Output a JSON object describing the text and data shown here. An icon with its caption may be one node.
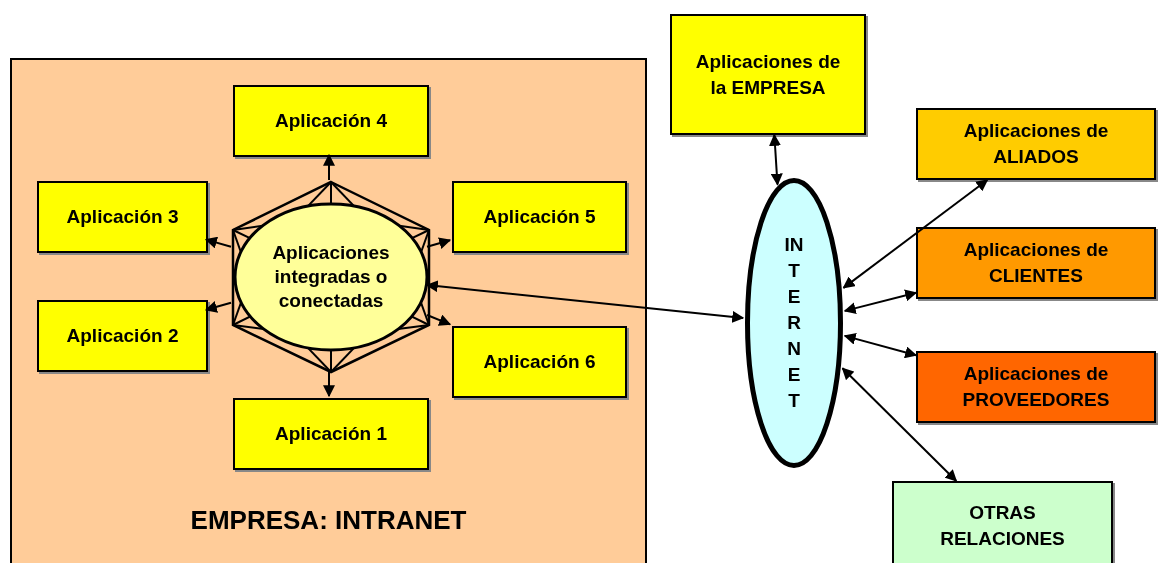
{
  "diagram": {
    "nodes": [
      {
        "text": [
          "EMPRESA: INTRANET"
        ]
      },
      {
        "text": [
          "Aplicación 4"
        ],
        "in": 0
      },
      {
        "text": [
          "Aplicación 3"
        ],
        "in": 0
      },
      {
        "text": [
          "Aplicación 5"
        ],
        "in": 0
      },
      {
        "text": [
          "Aplicaciones integradas o conectadas"
        ],
        "in": 0
      },
      {
        "text": [
          "Aplicación 2"
        ],
        "in": 0
      },
      {
        "text": [
          "Aplicación 6"
        ],
        "in": 0
      },
      {
        "text": [
          "Aplicación 1"
        ],
        "in": 0
      },
      {
        "text": [
          "Aplicaciones de la EMPRESA"
        ]
      },
      {
        "text": [
          "Aplicaciones de ALIADOS"
        ]
      },
      {
        "text": [
          "INTERNET"
        ]
      },
      {
        "text": [
          "Aplicaciones de CLIENTES"
        ]
      },
      {
        "text": [
          "Aplicaciones de PROVEEDORES"
        ]
      },
      {
        "text": [
          "OTRAS RELACIONES"
        ]
      }
    ],
    "edges": [
      {
        "from": 4,
        "to": 1,
        "arrow": "to"
      },
      {
        "from": 4,
        "to": 2,
        "arrow": "to"
      },
      {
        "from": 4,
        "to": 3,
        "arrow": "to"
      },
      {
        "from": 4,
        "to": 5,
        "arrow": "to"
      },
      {
        "from": 4,
        "to": 6,
        "arrow": "to"
      },
      {
        "from": 4,
        "to": 7,
        "arrow": "to"
      },
      {
        "from": 4,
        "to": 10,
        "arrow": "both"
      },
      {
        "from": 8,
        "to": 10,
        "arrow": "both"
      },
      {
        "from": 9,
        "to": 10,
        "arrow": "both"
      },
      {
        "from": 11,
        "to": 10,
        "arrow": "both"
      },
      {
        "from": 12,
        "to": 10,
        "arrow": "both"
      },
      {
        "from": 13,
        "to": 10,
        "arrow": "both"
      }
    ]
  }
}
